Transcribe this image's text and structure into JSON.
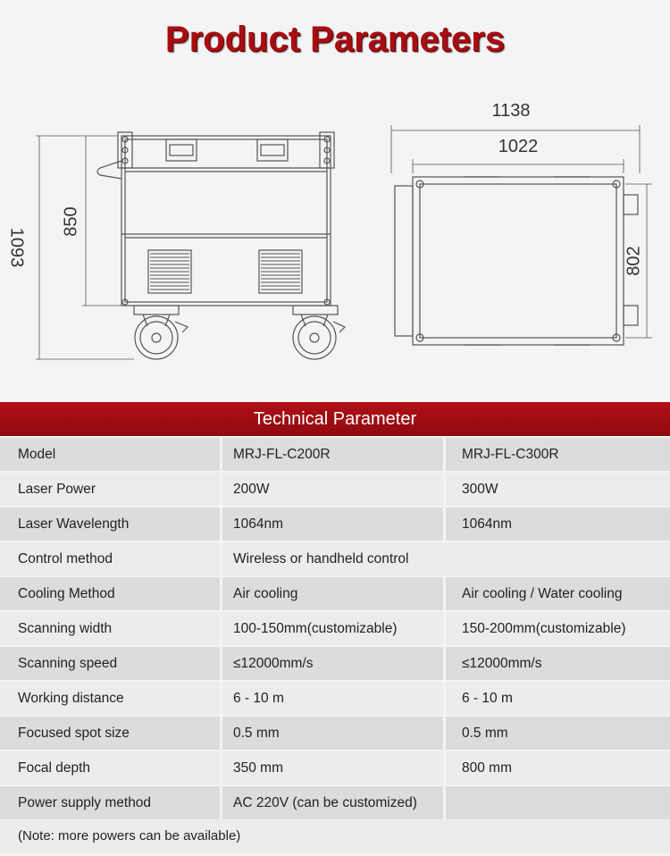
{
  "heading": "Product Parameters",
  "drawing": {
    "dims": {
      "total_height": "1093",
      "body_height": "850",
      "total_width": "1138",
      "body_width": "1022",
      "depth": "802"
    },
    "line_color": "#555555"
  },
  "band_title": "Technical Parameter",
  "table": {
    "rows": [
      {
        "label": "Model",
        "c200": "MRJ-FL-C200R",
        "c300": "MRJ-FL-C300R"
      },
      {
        "label": "Laser Power",
        "c200": "200W",
        "c300": "300W"
      },
      {
        "label": "Laser Wavelength",
        "c200": "1064nm",
        "c300": "1064nm"
      },
      {
        "label": "Control method",
        "merged": "Wireless or handheld control"
      },
      {
        "label": "Cooling Method",
        "c200": "Air cooling",
        "c300": "Air cooling / Water cooling"
      },
      {
        "label": "Scanning width",
        "c200": "100-150mm(customizable)",
        "c300": "150-200mm(customizable)"
      },
      {
        "label": "Scanning speed",
        "c200": "≤12000mm/s",
        "c300": "≤12000mm/s"
      },
      {
        "label": "Working distance",
        "c200": "6 - 10 m",
        "c300": "6 - 10 m"
      },
      {
        "label": "Focused spot size",
        "c200": "0.5 mm",
        "c300": "0.5 mm"
      },
      {
        "label": "Focal depth",
        "c200": "350 mm",
        "c300": "800 mm"
      },
      {
        "label": "Power supply method",
        "c200": "AC 220V (can be customized)",
        "c300": ""
      }
    ]
  },
  "note": "(Note: more powers can be available)",
  "colors": {
    "accent": "#a80d12",
    "band": "#9e0c11",
    "row_dark": "#dcdcdc",
    "row_light": "#ececec"
  }
}
